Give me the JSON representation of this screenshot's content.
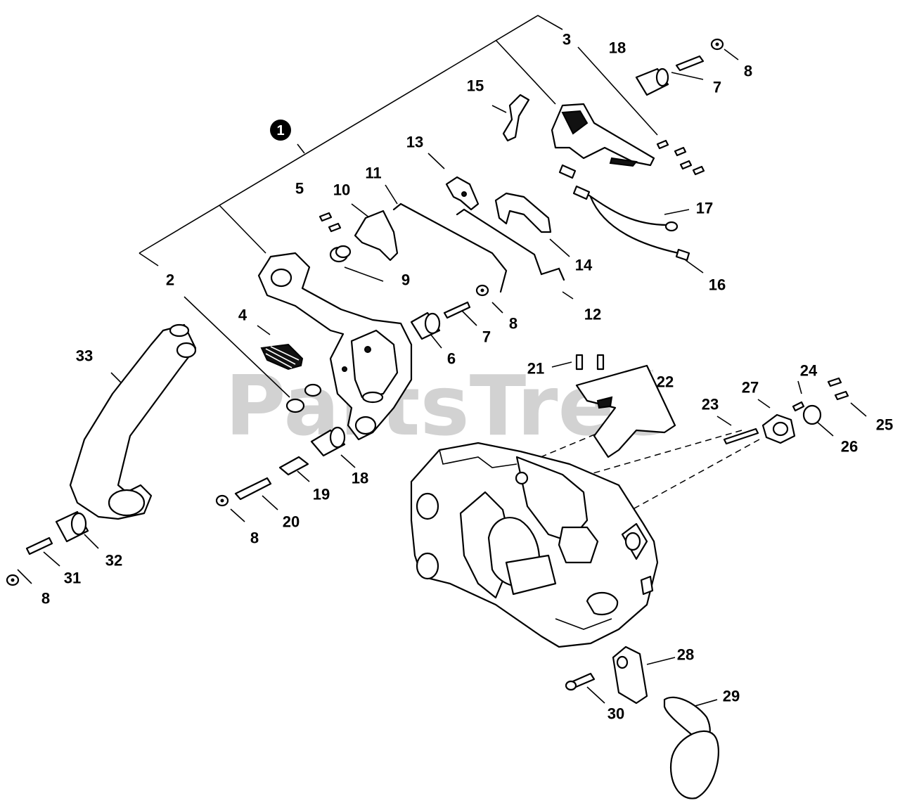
{
  "watermark": {
    "text": "PartsTree",
    "trademark": "™"
  },
  "callouts": {
    "assembly": "1",
    "c2": "2",
    "c3": "3",
    "c4": "4",
    "c5": "5",
    "c6": "6",
    "c7a": "7",
    "c7b": "7",
    "c8a": "8",
    "c8b": "8",
    "c8c": "8",
    "c8d": "8",
    "c9": "9",
    "c10": "10",
    "c11": "11",
    "c12": "12",
    "c13": "13",
    "c14": "14",
    "c15": "15",
    "c16": "16",
    "c17": "17",
    "c18a": "18",
    "c18b": "18",
    "c19": "19",
    "c20": "20",
    "c21": "21",
    "c22": "22",
    "c23": "23",
    "c24": "24",
    "c25": "25",
    "c26": "26",
    "c27": "27",
    "c28": "28",
    "c29": "29",
    "c30": "30",
    "c31": "31",
    "c32": "32",
    "c33": "33"
  },
  "icons": {
    "assembly_marker": "filled-circle-icon"
  }
}
